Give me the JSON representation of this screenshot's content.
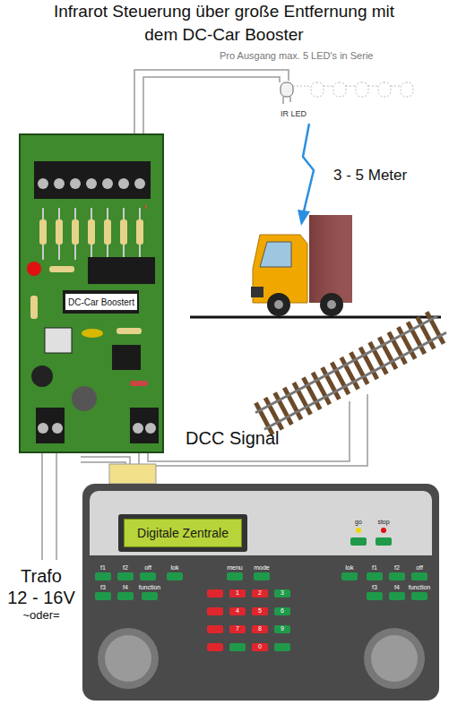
{
  "diagram": {
    "title": "Infrarot Steuerung über große Entfernung mit dem DC-Car Booster",
    "nodes": [
      {
        "text": [
          "DC-Car Boostert"
        ]
      },
      {
        "text": [
          "Digitale Zentrale"
        ]
      }
    ],
    "labels": [
      "Pro Ausgang max. 5 LED's in Serie",
      "IR LED",
      "3 - 5 Meter",
      "DCC Signal",
      "Trafo",
      "12 - 16V",
      "~oder=",
      "+",
      "go",
      "stop",
      "f1",
      "f2",
      "off",
      "lok",
      "f3",
      "f4",
      "function",
      "menu",
      "mode",
      "lok",
      "f1",
      "f2",
      "off",
      "f3",
      "f4",
      "function",
      "1",
      "2",
      "3",
      "4",
      "5",
      "6",
      "7",
      "8",
      "9",
      "0"
    ]
  }
}
